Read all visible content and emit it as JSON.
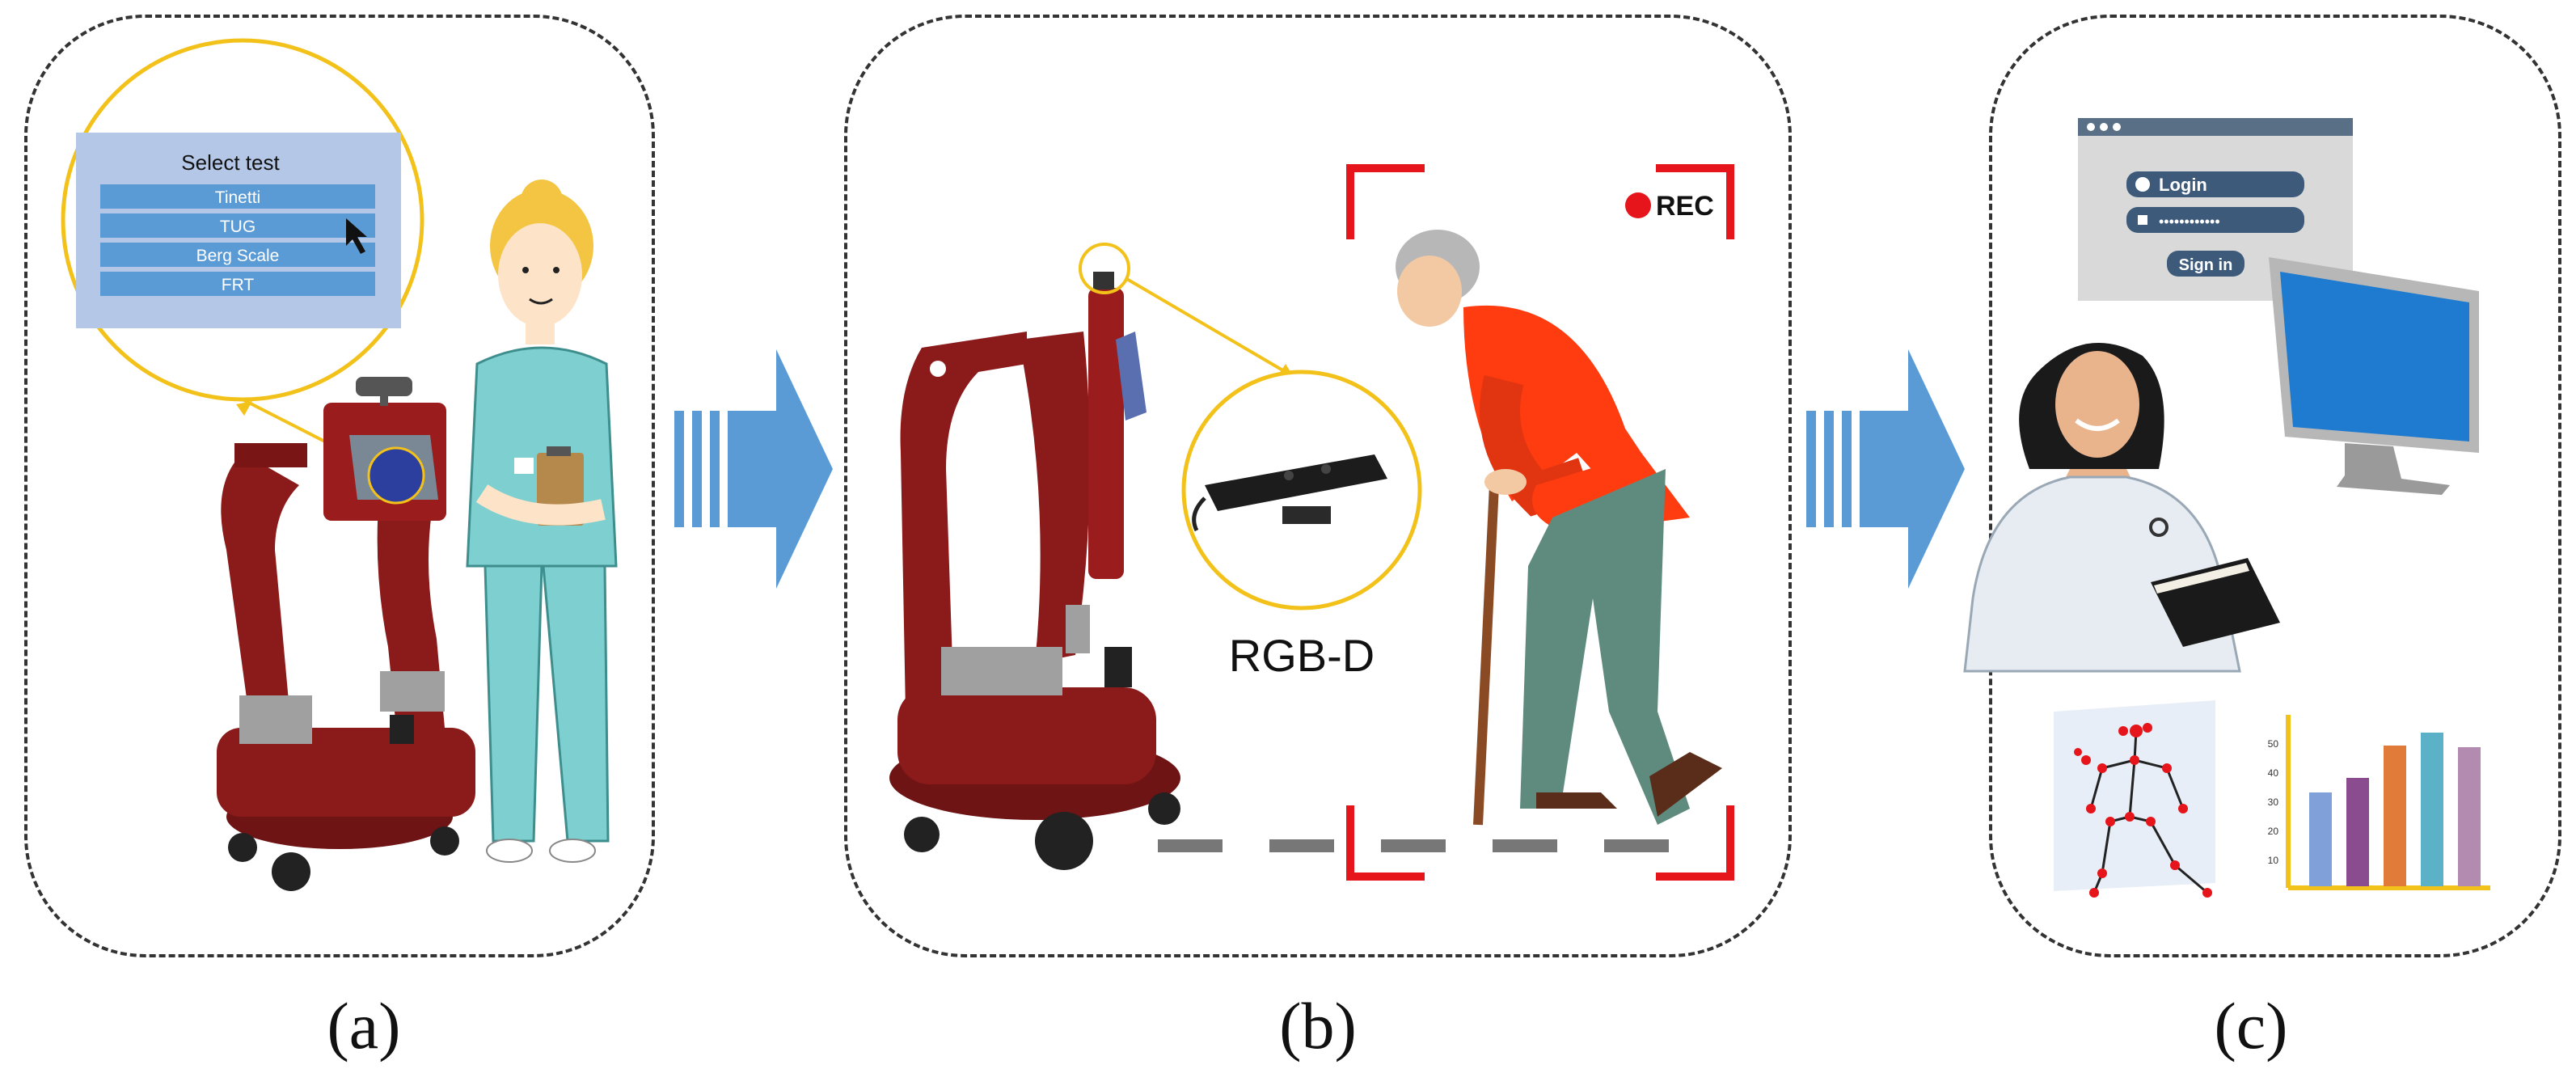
{
  "panel_a": {
    "menu_title": "Select test",
    "menu_items": [
      "Tinetti",
      "TUG",
      "Berg Scale",
      "FRT"
    ],
    "caption": "(a)"
  },
  "panel_b": {
    "sensor_label": "RGB-D",
    "rec_label": "REC",
    "caption": "(b)"
  },
  "panel_c": {
    "login_label": "Login",
    "password_mask": "••••••••••••",
    "signin_label": "Sign in",
    "bar_chart_ticks": [
      "50",
      "40",
      "30",
      "20",
      "10"
    ],
    "bar_colors": [
      "#7fa0d8",
      "#8a4c8e",
      "#e07b3a",
      "#5bb1c8",
      "#b38bb0"
    ],
    "caption": "(c)"
  },
  "colors": {
    "accent_yellow": "#f3c21a",
    "arrow_blue": "#5b9bd5",
    "rec_red": "#e5151b",
    "robot_red": "#8b1a1a"
  }
}
